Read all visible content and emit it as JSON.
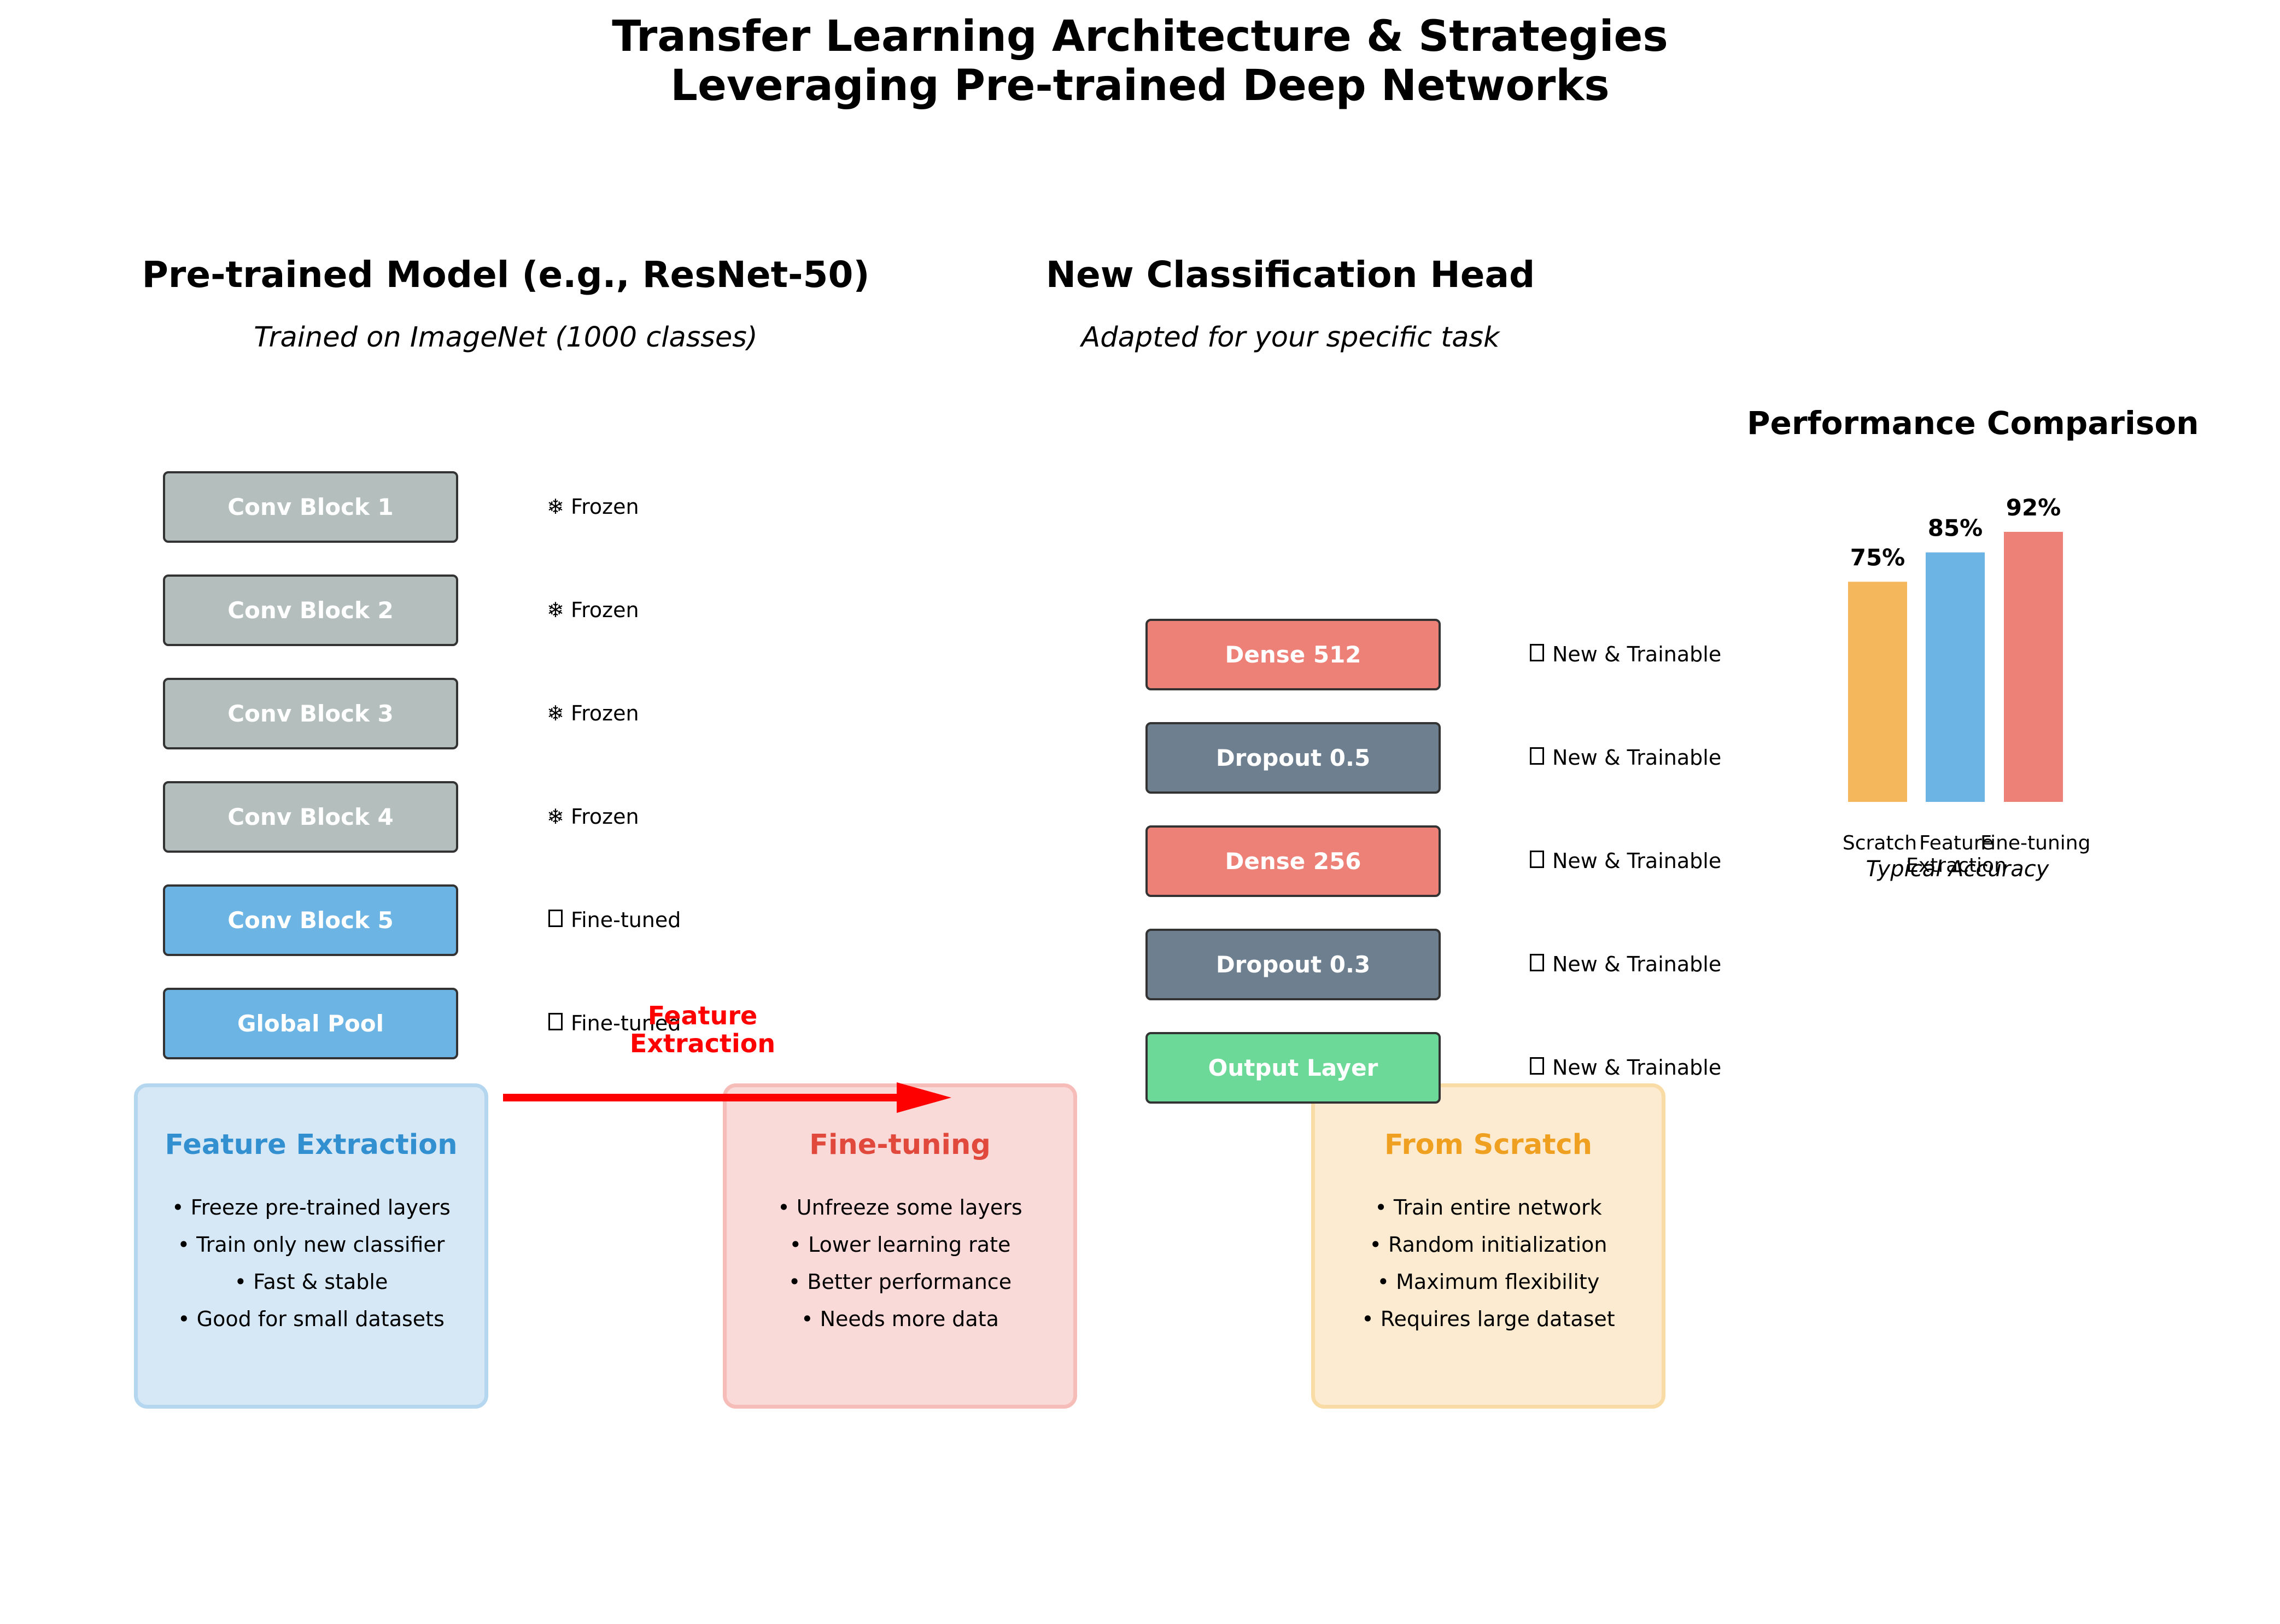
{
  "title": {
    "line1": "Transfer Learning Architecture & Strategies",
    "line2": "Leveraging Pre-trained Deep Networks"
  },
  "pretrained": {
    "title": "Pre-trained Model (e.g., ResNet-50)",
    "subtitle": "Trained on ImageNet (1000 classes)",
    "layers": [
      {
        "label": "Conv Block 1",
        "status": "Frozen",
        "icon": "snowflake-icon",
        "color": "#b4bfbd"
      },
      {
        "label": "Conv Block 2",
        "status": "Frozen",
        "icon": "snowflake-icon",
        "color": "#b4bfbd"
      },
      {
        "label": "Conv Block 3",
        "status": "Frozen",
        "icon": "snowflake-icon",
        "color": "#b4bfbd"
      },
      {
        "label": "Conv Block 4",
        "status": "Frozen",
        "icon": "snowflake-icon",
        "color": "#b4bfbd"
      },
      {
        "label": "Conv Block 5",
        "status": "Fine-tuned",
        "icon": "missing-glyph-icon",
        "color": "#6cb4e3"
      },
      {
        "label": "Global Pool",
        "status": "Fine-tuned",
        "icon": "missing-glyph-icon",
        "color": "#6cb4e3"
      }
    ]
  },
  "head": {
    "title": "New Classification Head",
    "subtitle": "Adapted for your specific task",
    "layers": [
      {
        "label": "Dense 512",
        "status": "New & Trainable",
        "icon": "missing-glyph-icon",
        "color": "#ee8177"
      },
      {
        "label": "Dropout 0.5",
        "status": "New & Trainable",
        "icon": "missing-glyph-icon",
        "color": "#6e7f8f"
      },
      {
        "label": "Dense 256",
        "status": "New & Trainable",
        "icon": "missing-glyph-icon",
        "color": "#ee8177"
      },
      {
        "label": "Dropout 0.3",
        "status": "New & Trainable",
        "icon": "missing-glyph-icon",
        "color": "#6e7f8f"
      },
      {
        "label": "Output Layer",
        "status": "New & Trainable",
        "icon": "missing-glyph-icon",
        "color": "#6dd999"
      }
    ]
  },
  "arrow": {
    "label_line1": "Feature",
    "label_line2": "Extraction",
    "color": "#ff0000"
  },
  "strategies": [
    {
      "title": "Feature Extraction",
      "title_color": "#3390d0",
      "bg": "#d6e8f6",
      "border": "#b4d6ef",
      "items": [
        "Freeze pre-trained layers",
        "Train only new classifier",
        "Fast & stable",
        "Good for small datasets"
      ]
    },
    {
      "title": "Fine-tuning",
      "title_color": "#e0493b",
      "bg": "#fadad8",
      "border": "#f6bdb8",
      "items": [
        "Unfreeze some layers",
        "Lower learning rate",
        "Better performance",
        "Needs more data"
      ]
    },
    {
      "title": "From Scratch",
      "title_color": "#f0a020",
      "bg": "#fcebd0",
      "border": "#f9dba5",
      "items": [
        "Train entire network",
        "Random initialization",
        "Maximum flexibility",
        "Requires large dataset"
      ]
    }
  ],
  "chart_data": {
    "type": "bar",
    "title": "Performance Comparison",
    "xlabel": "Typical Accuracy",
    "categories": [
      "Scratch",
      "Feature\nExtraction",
      "Fine-tuning"
    ],
    "values": [
      75,
      85,
      92
    ],
    "value_labels": [
      "75%",
      "85%",
      "92%"
    ],
    "colors": [
      "#f4b75b",
      "#6cb4e3",
      "#ee8177"
    ],
    "ylim": [
      0,
      100
    ],
    "grid": false,
    "axes_visible": false
  }
}
